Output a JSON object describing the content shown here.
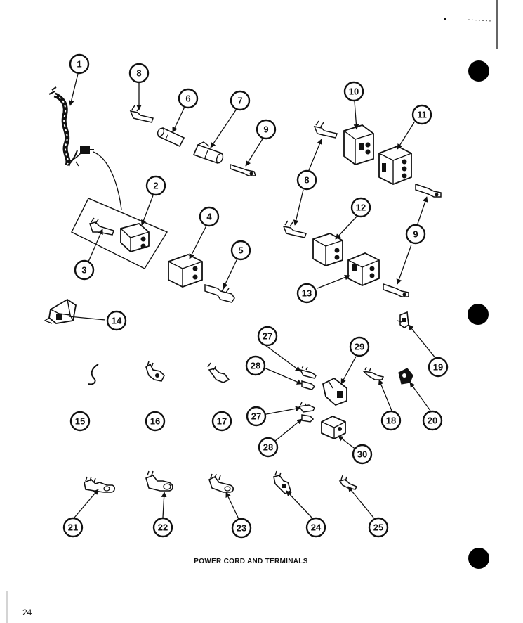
{
  "caption": "POWER CORD AND TERMINALS",
  "page_number": "24",
  "callouts": [
    "1",
    "2",
    "3",
    "4",
    "5",
    "6",
    "7",
    "8",
    "8",
    "9",
    "9",
    "10",
    "11",
    "12",
    "13",
    "14",
    "15",
    "16",
    "17",
    "18",
    "19",
    "20",
    "21",
    "22",
    "23",
    "24",
    "25",
    "27",
    "27",
    "28",
    "28",
    "29",
    "30"
  ],
  "colors": {
    "ink": "#111111",
    "paper": "#ffffff"
  }
}
